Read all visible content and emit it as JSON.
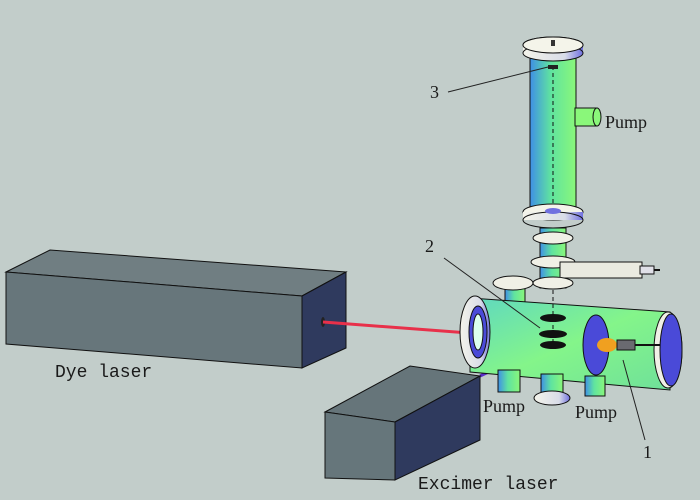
{
  "labels": {
    "dye_laser": "Dye laser",
    "excimer_laser": "Excimer laser",
    "pump_top": "Pump",
    "pump_bottom_left": "Pump",
    "pump_bottom_right": "Pump",
    "callout_1": "1",
    "callout_2": "2",
    "callout_3": "3"
  },
  "colors": {
    "background": "#c2cdca",
    "laser_box_front": "#66757a",
    "laser_box_top": "#6f7d80",
    "laser_box_side": "#2f3a5c",
    "tube_green": "#7cf08a",
    "tube_blue": "#4aa8e8",
    "window_blue": "#4a4ad8",
    "flange": "#ecece0",
    "dye_beam": "#e8304a",
    "excimer_beam": "#5a2cc8"
  }
}
